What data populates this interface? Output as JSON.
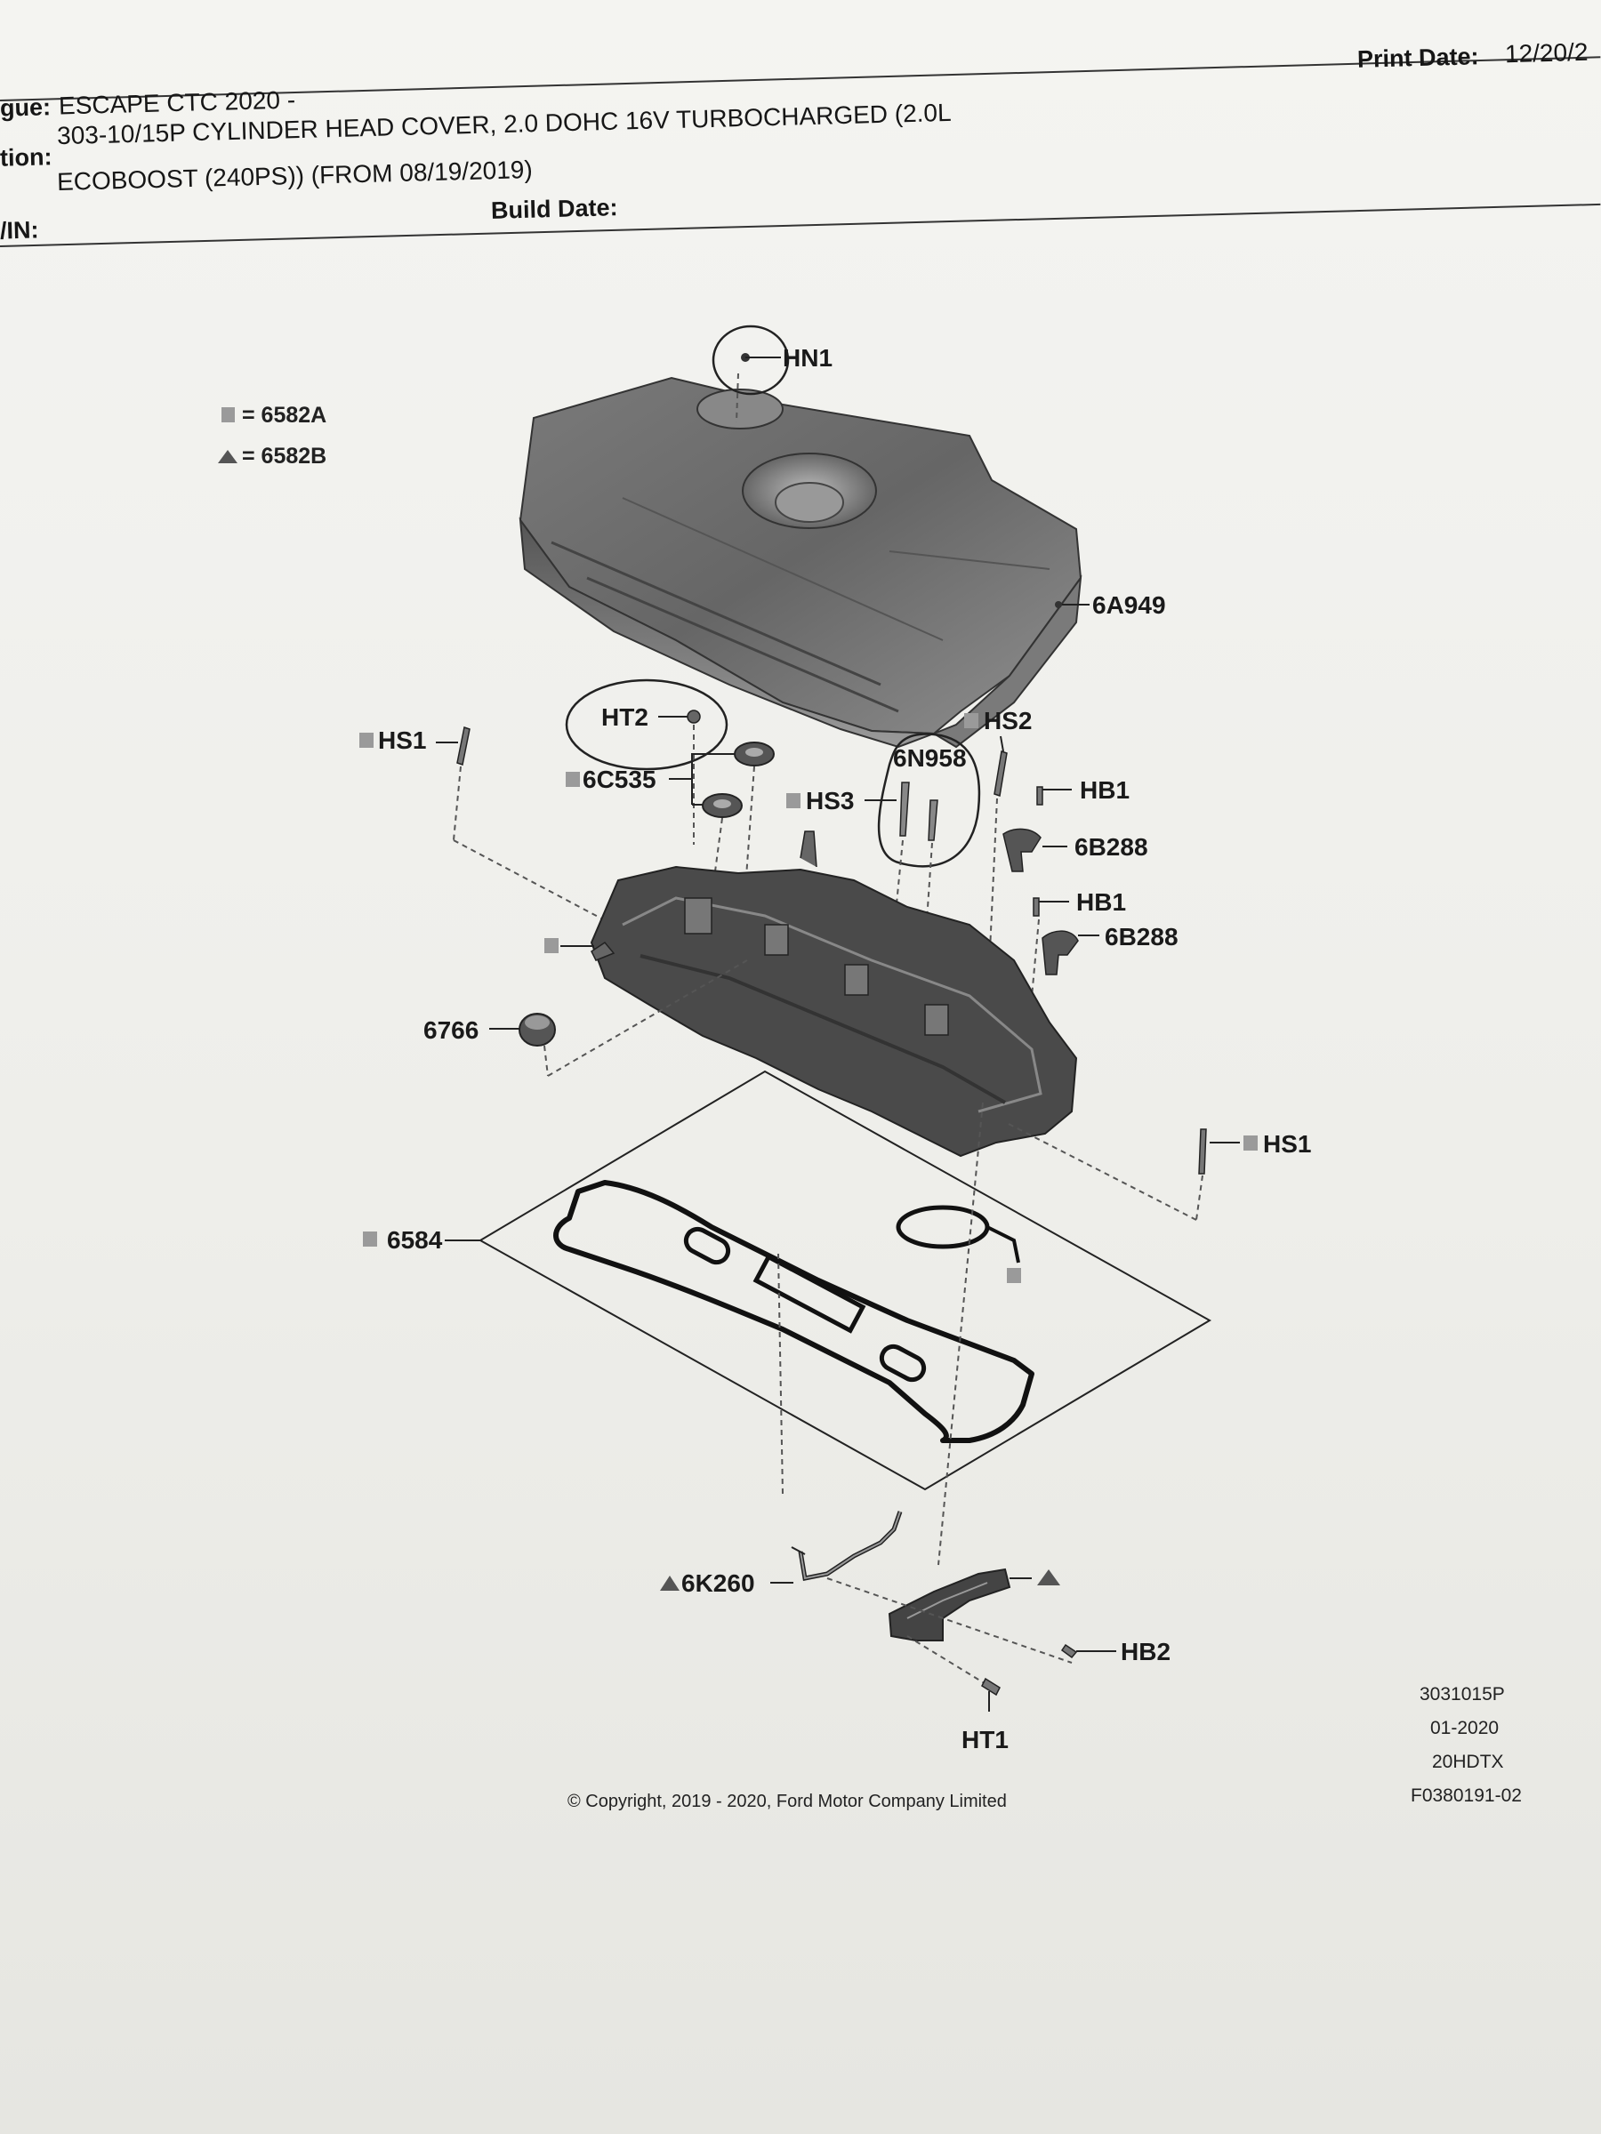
{
  "header": {
    "print_date_label": "Print Date:",
    "print_date_value": "12/20/2",
    "catalogue_label": "gue:",
    "catalogue_value": "ESCAPE CTC 2020 -",
    "description_label": "tion:",
    "description_line1": "303-10/15P CYLINDER HEAD COVER, 2.0 DOHC 16V TURBOCHARGED (2.0L",
    "description_line2": "ECOBOOST (240PS)) (FROM 08/19/2019)",
    "vin_label": "/IN:",
    "build_date_label": "Build Date:"
  },
  "legend": {
    "square_label": "= 6582A",
    "triangle_label": "= 6582B"
  },
  "callouts": {
    "hn1": "HN1",
    "a6a949": "6A949",
    "ht2": "HT2",
    "hs1_top": "HS1",
    "c6c535": "6C535",
    "hs2": "HS2",
    "n6n958": "6N958",
    "hs3": "HS3",
    "hb1_top": "HB1",
    "b6b288_top": "6B288",
    "hb1_mid": "HB1",
    "b6b288_mid": "6B288",
    "p6766": "6766",
    "hs1_right": "HS1",
    "g6584": "6584",
    "k6k260": "6K260",
    "hb2": "HB2",
    "ht1": "HT1"
  },
  "footer": {
    "copyright": "© Copyright, 2019 - 2020, Ford Motor Company Limited",
    "code1": "3031015P",
    "code2": "01-2020",
    "code3": "20HDTX",
    "code4": "F0380191-02"
  },
  "colors": {
    "ink": "#1a1a1a",
    "cover_dark": "#5a5a5a",
    "cover_light": "#8c8c8c",
    "marker_square": "#9a9a9a",
    "annotation_ink": "#222222"
  }
}
